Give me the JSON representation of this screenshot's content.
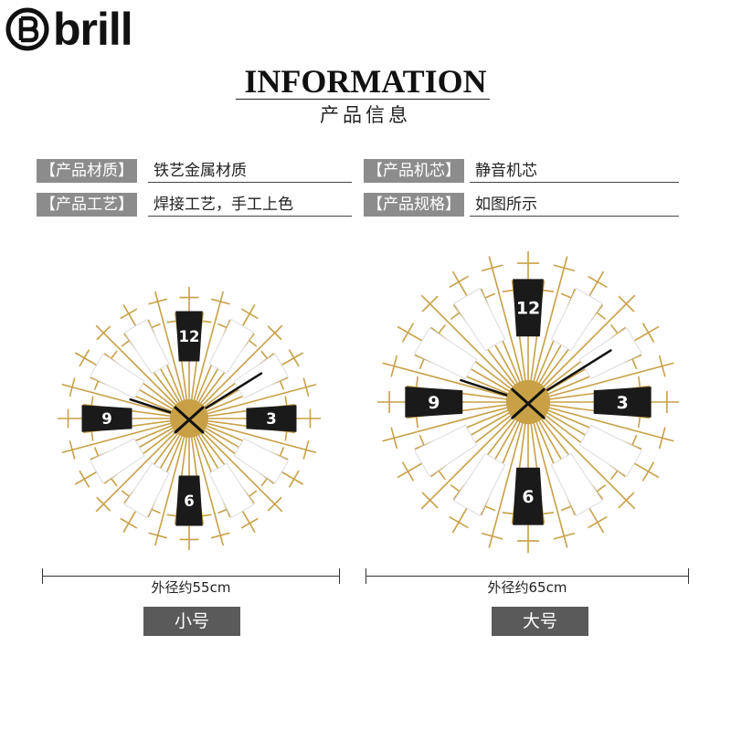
{
  "brand": {
    "logo_text": "brill",
    "logo_mark": "B-circle-logo"
  },
  "header": {
    "title": "INFORMATION",
    "subtitle": "产品信息"
  },
  "specs": [
    {
      "tag": "【产品材质】",
      "value": "铁艺金属材质"
    },
    {
      "tag": "【产品机芯】",
      "value": "静音机芯"
    },
    {
      "tag": "【产品工艺】",
      "value": "焊接工艺，手工上色"
    },
    {
      "tag": "【产品规格】",
      "value": "如图所示"
    }
  ],
  "clocks": [
    {
      "numerals": [
        "12",
        "3",
        "6",
        "9"
      ],
      "dimension": "外径约55cm",
      "size_label": "小号"
    },
    {
      "numerals": [
        "12",
        "3",
        "6",
        "9"
      ],
      "dimension": "外径约65cm",
      "size_label": "大号"
    }
  ],
  "colors": {
    "gold": "#c8a046",
    "black_panel": "#1a1a1a",
    "white_panel": "#ffffff",
    "label_gray": "#8c8c8c",
    "button_gray": "#5a5a5a"
  }
}
